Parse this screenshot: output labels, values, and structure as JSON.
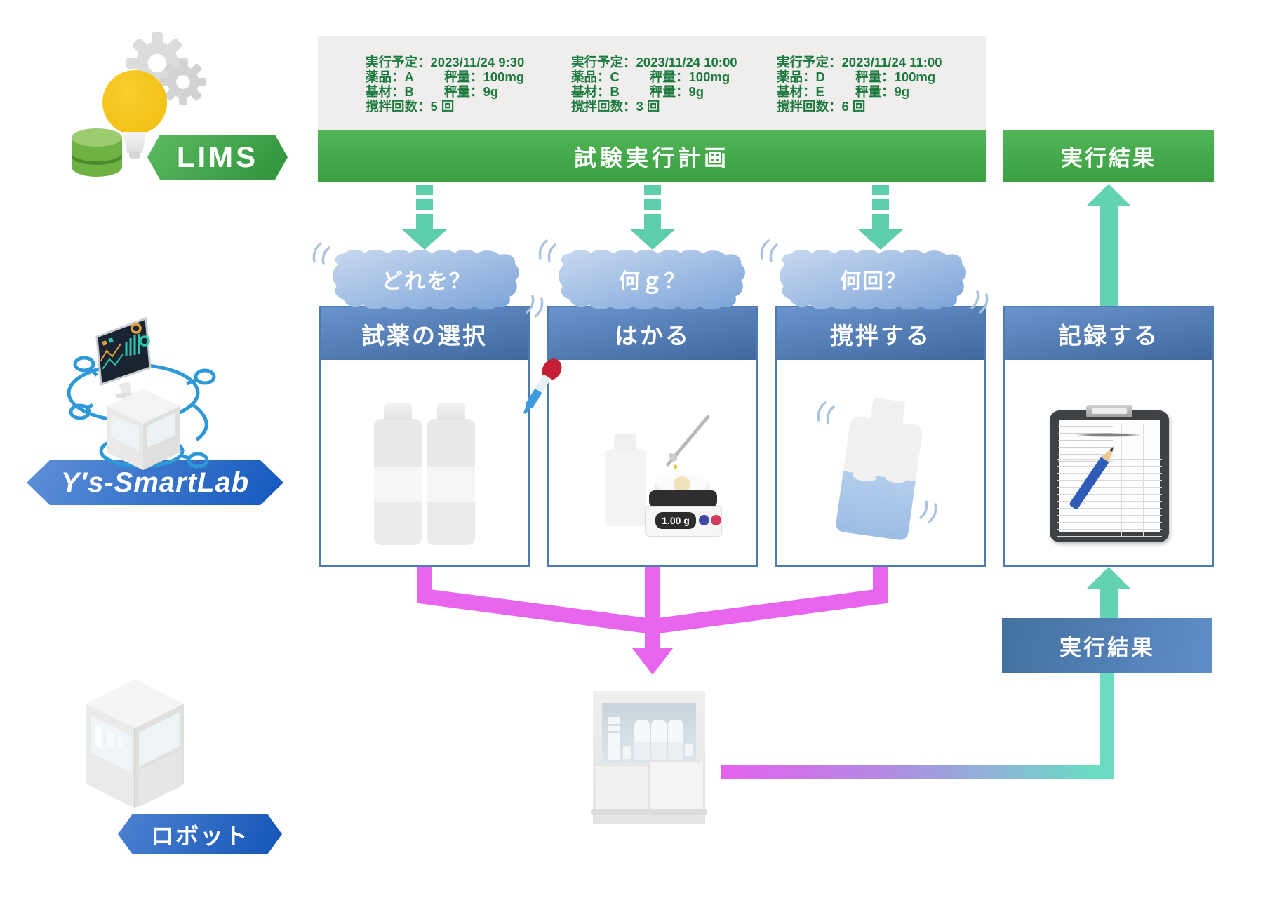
{
  "lims": {
    "label": "LIMS"
  },
  "smartlab": {
    "label": "Y's-SmartLab"
  },
  "robot": {
    "label": "ロボット"
  },
  "plan": {
    "banner": "試験実行計画",
    "jobs": [
      {
        "schedule": "実行予定：2023/11/24 9:30",
        "drug": "薬品：A",
        "drug_amount": "秤量：100mg",
        "base": "基材：B",
        "base_amount": "秤量：9g",
        "stir": "撹拌回数：5 回"
      },
      {
        "schedule": "実行予定：2023/11/24 10:00",
        "drug": "薬品：C",
        "drug_amount": "秤量：100mg",
        "base": "基材：B",
        "base_amount": "秤量：9g",
        "stir": "撹拌回数：3 回"
      },
      {
        "schedule": "実行予定：2023/11/24 11:00",
        "drug": "薬品：D",
        "drug_amount": "秤量：100mg",
        "base": "基材：E",
        "base_amount": "秤量：9g",
        "stir": "撹拌回数：6 回"
      }
    ]
  },
  "results": {
    "banner_top": "実行結果",
    "banner_right": "実行結果"
  },
  "questions": [
    {
      "label": "どれを？"
    },
    {
      "label": "何ｇ？"
    },
    {
      "label": "何回？"
    }
  ],
  "steps": [
    {
      "label": "試薬の選択"
    },
    {
      "label": "はかる"
    },
    {
      "label": "撹拌する"
    },
    {
      "label": "記録する"
    }
  ],
  "scale": {
    "display": "1.00 g"
  },
  "colors": {
    "green_banner": "#45ab4b",
    "teal_arrow": "#5ecdab",
    "magenta_arrow": "#e865ee",
    "blue_banner": "#4a76ae",
    "header_blue": "#4d7bb5",
    "bubble_blue": "#7aa3d8",
    "note_text_green": "#1d7a3e"
  }
}
